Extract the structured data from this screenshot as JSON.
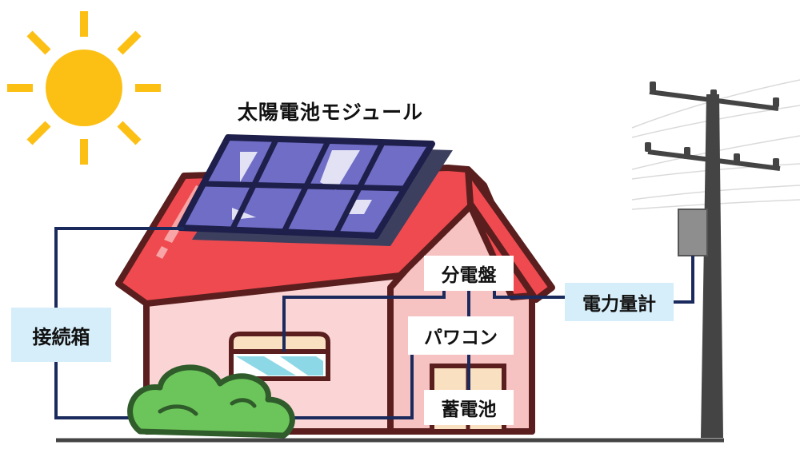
{
  "labels": {
    "title": "太陽電池モジュール",
    "junction_box": "接続箱",
    "panel_board": "分電盤",
    "power_conditioner": "パワコン",
    "storage_battery": "蓄電池",
    "power_meter": "電力量計"
  },
  "colors": {
    "sun": "#fcc015",
    "roof": "#ef4a4f",
    "house_wall": "#fbd5d5",
    "outline": "#5a1e1e",
    "solar_panel": "#6f6dc6",
    "wire": "#1a2a5c",
    "bush": "#6cc55a",
    "pole": "#444444",
    "label_bg": "#d6eefa"
  },
  "icons": [
    "sun-icon",
    "solar-panel-icon",
    "house-icon",
    "utility-pole-icon",
    "bush-icon"
  ]
}
